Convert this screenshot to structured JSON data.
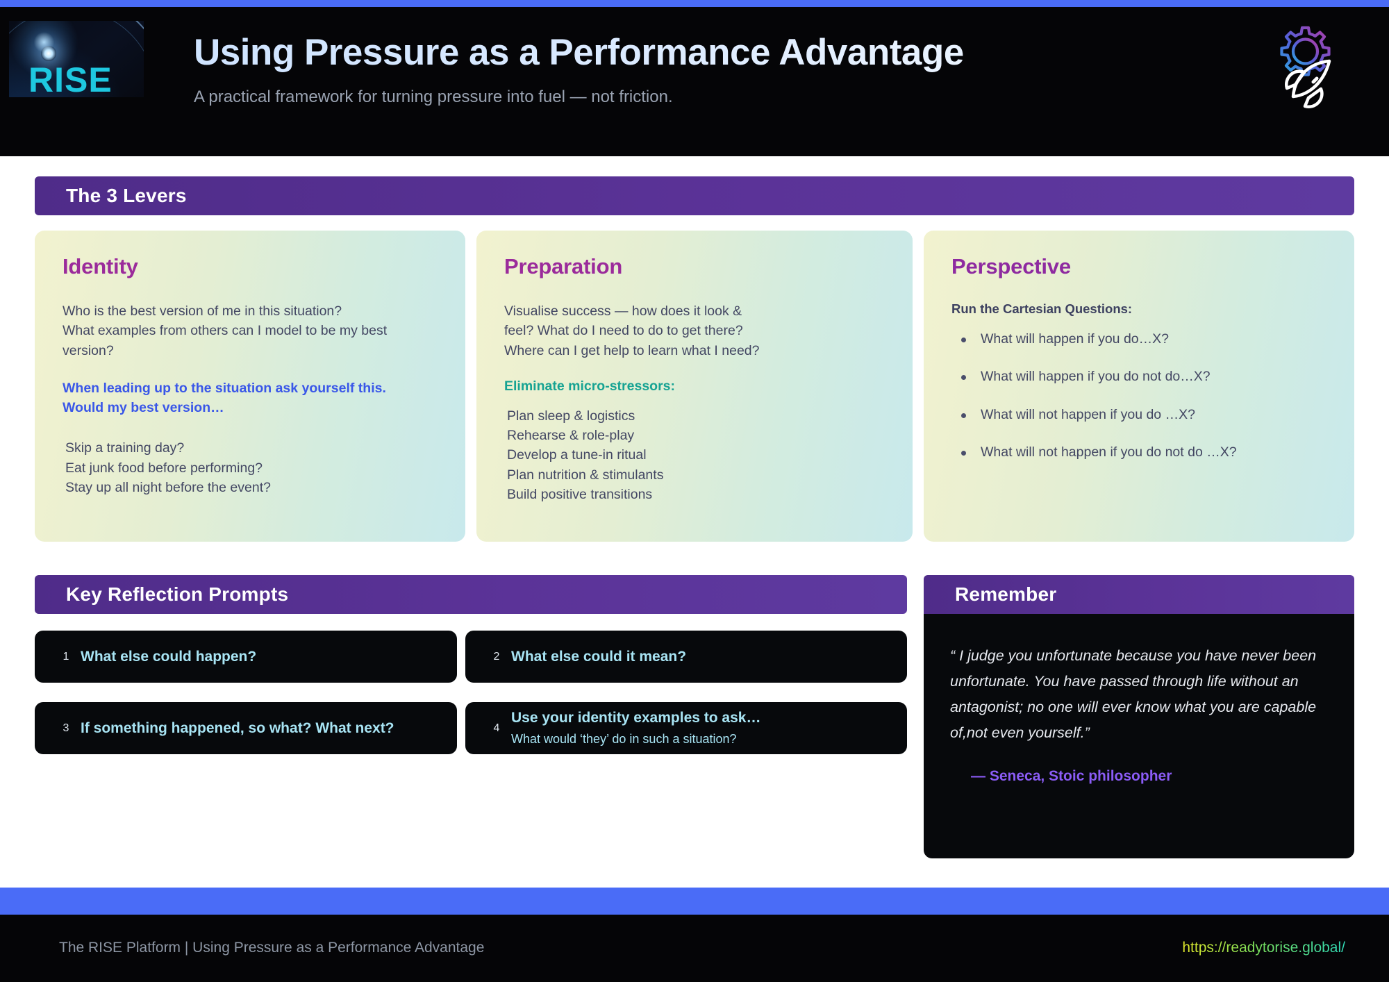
{
  "header": {
    "logo_text": "RISE",
    "title": "Using Pressure as a Performance Advantage",
    "subtitle": "A practical framework for turning pressure into fuel — not friction.",
    "icon": "gear-rocket-icon"
  },
  "levers_section": {
    "bar_label": "The 3 Levers",
    "cards": [
      {
        "title": "Identity",
        "paragraph": "Who is the best version of me in this situation?\nWhat examples from others can I model to be my best version?",
        "accent": "When leading up to the situation ask yourself this. Would my best version…",
        "list": [
          "Skip a training day?",
          "Eat junk food before performing?",
          "Stay up all night before the event?"
        ]
      },
      {
        "title": "Preparation",
        "paragraph": "Visualise success — how does it look & feel? What do I need to do to get there? Where can I get help to learn what I need?",
        "subhead": "Eliminate micro-stressors:",
        "list": [
          "Plan sleep & logistics",
          "Rehearse & role-play",
          "Develop a tune-in ritual",
          "Plan nutrition & stimulants",
          "Build positive transitions"
        ]
      },
      {
        "title": "Perspective",
        "subhead": "Run the Cartesian Questions:",
        "bullets": [
          "What will happen if you do…X?",
          "What will happen if you do not do…X?",
          "What will not happen if you do …X?",
          "What will not happen if you do not do …X?"
        ]
      }
    ]
  },
  "prompts_section": {
    "bar_label": "Key Reflection Prompts",
    "items": [
      {
        "num": "1",
        "text": "What else could happen?",
        "sub": ""
      },
      {
        "num": "2",
        "text": "What else could it mean?",
        "sub": ""
      },
      {
        "num": "3",
        "text": "If something happened, so what? What next?",
        "sub": ""
      },
      {
        "num": "4",
        "text": "Use your identity examples to ask…",
        "sub": "What would ‘they’ do in such a situation?"
      }
    ]
  },
  "remember_section": {
    "bar_label": "Remember",
    "quote": "“ I judge you unfortunate because you have never been unfortunate. You have passed through life without an antagonist; no one will ever know what you are capable of,not even yourself.”",
    "attribution": "— Seneca, Stoic philosopher"
  },
  "footer": {
    "left": "The RISE Platform | Using Pressure as a Performance Advantage",
    "right": "https://readytorise.global/"
  },
  "colors": {
    "accent_blue": "#4a6cf7",
    "bar_purple": "#5b3398",
    "lever_title": "#9b2b9b",
    "accent_text_blue": "#3a57e8",
    "teal": "#17a393",
    "prompt_cyan": "#a8e4f4",
    "quote_attr_purple": "#8b5cf6",
    "logo_cyan": "#1ec8e0"
  }
}
